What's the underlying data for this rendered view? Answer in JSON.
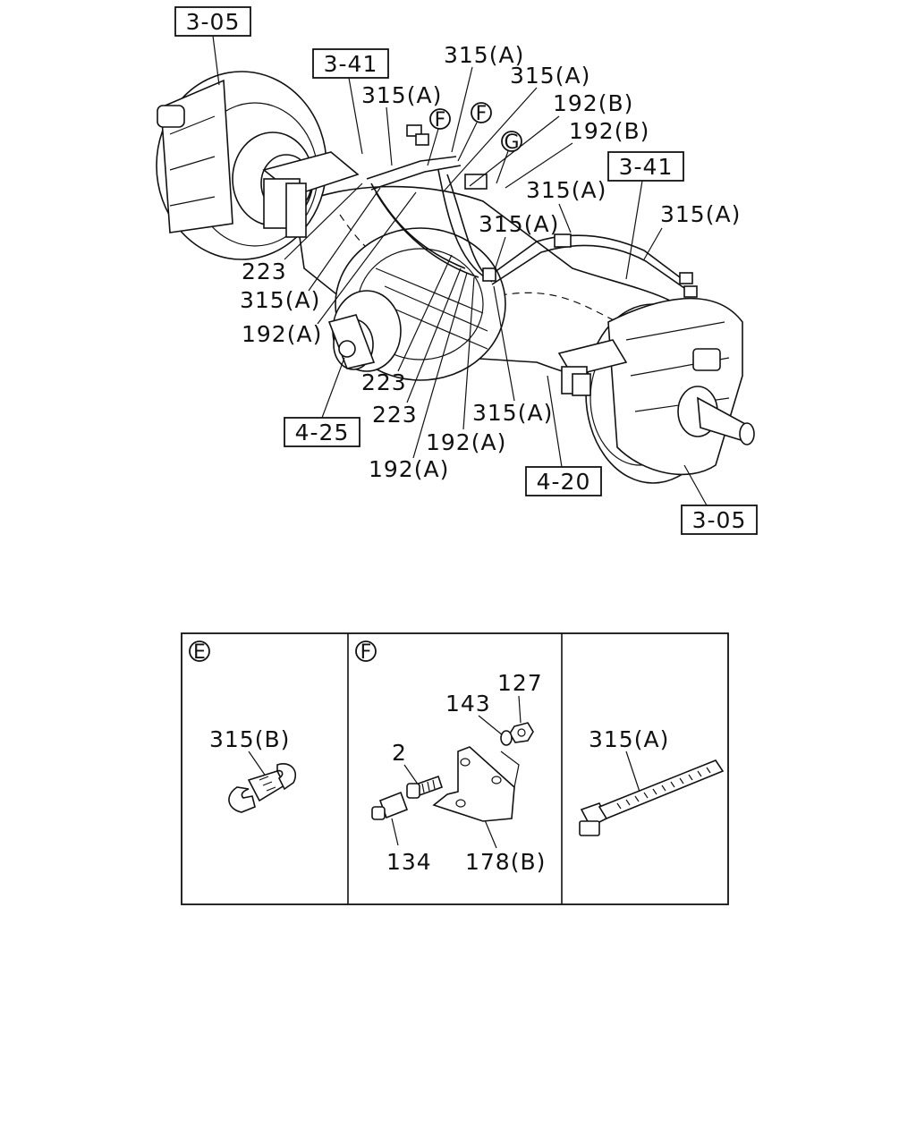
{
  "ref_boxes": {
    "r305_top": "3-05",
    "r341_top": "3-41",
    "r341_right": "3-41",
    "r425": "4-25",
    "r420": "4-20",
    "r305_bottom": "3-05"
  },
  "callouts": {
    "c315a_1": "315(A)",
    "c315a_2": "315(A)",
    "c315a_3": "315(A)",
    "c192b_1": "192(B)",
    "c192b_2": "192(B)",
    "c315a_4": "315(A)",
    "c315a_5": "315(A)",
    "c315a_6": "315(A)",
    "c223_1": "223",
    "c315a_7": "315(A)",
    "c192a_1": "192(A)",
    "c223_2": "223",
    "c223_3": "223",
    "c315a_8": "315(A)",
    "c192a_2": "192(A)",
    "c192a_3": "192(A)"
  },
  "circle_letters": {
    "f1": "F",
    "f2": "F",
    "g1": "G"
  },
  "detail_panels": {
    "panel_e": {
      "letter": "E",
      "label": "315(B)"
    },
    "panel_f": {
      "letter": "F",
      "labels": {
        "p127": "127",
        "p143": "143",
        "p2": "2",
        "p134": "134",
        "p178b": "178(B)"
      }
    },
    "panel_3": {
      "label": "315(A)"
    }
  }
}
